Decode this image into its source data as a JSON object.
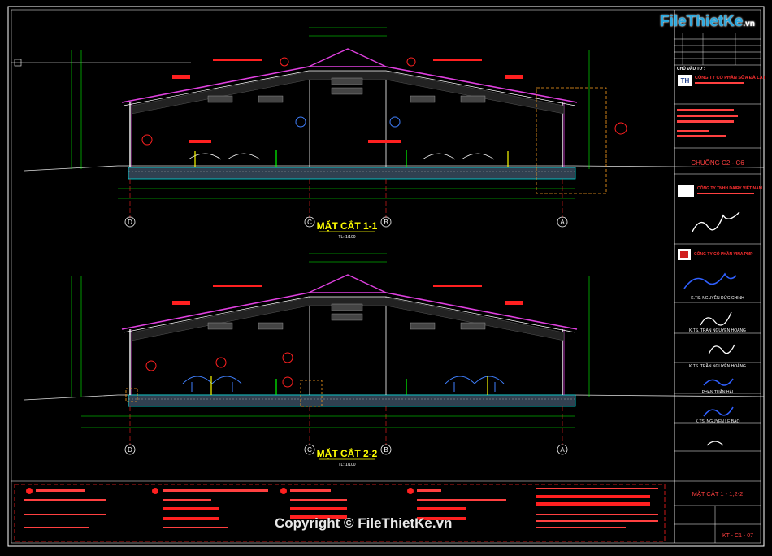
{
  "watermark": {
    "brand": "FileThietKe",
    "domain": ".vn",
    "copyright": "Copyright © FileThietKe.vn"
  },
  "sections": [
    {
      "title": "MẶT CẮT 1-1",
      "scale": "TL: 1/100"
    },
    {
      "title": "MẶT CẮT 2-2",
      "scale": "TL: 1/100"
    }
  ],
  "axis_labels": [
    "D",
    "C",
    "B",
    "A"
  ],
  "title_block": {
    "owner_label": "CHỦ ĐẦU TƯ :",
    "owner_name": "CÔNG TY CỔ PHẦN SỮA ĐÀ LẠT",
    "logo_text": "TH",
    "project_name": "CHUỒNG C2 - C6",
    "designer_name": "CÔNG TY TNHH DAIRY VIỆT NAM",
    "consultant_name": "CÔNG TY CỔ PHẦN VINA PMP",
    "signer_1": "K.TS. NGUYỄN ĐỨC CHINH",
    "signer_2": "K.TS. TRẦN NGUYÊN HOÀNG",
    "signer_3": "PHAN TUẤN HẢI",
    "signer_4": "K.TS. NGUYỄN LÊ BẢO",
    "sheet_title": "MẶT CẮT 1 - 1,2-2",
    "sheet_number": "KT - C1 - 07"
  },
  "colors": {
    "background": "#000000",
    "frame": "#ffffff",
    "roof": "#e040e0",
    "dimension": "#00ff00",
    "grid_axis": "#ff2020",
    "annotation": "#ff2020",
    "title_text": "#ffff00",
    "steel": "#4080ff",
    "floor": "#00e0e0",
    "leader": "#ffa020"
  }
}
